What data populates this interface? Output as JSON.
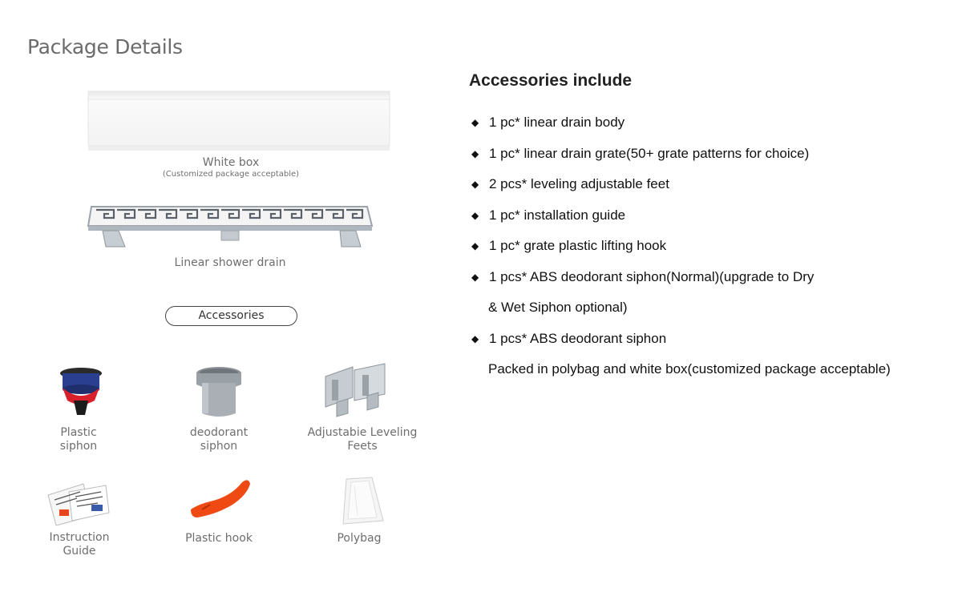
{
  "page": {
    "title": "Package Details"
  },
  "left": {
    "white_box": {
      "label": "White box",
      "sub": "(Customized package acceptable)"
    },
    "drain": {
      "label": "Linear shower drain"
    },
    "accessories_badge": "Accessories",
    "items": [
      {
        "line1": "Plastic",
        "line2": "siphon",
        "icon": "plastic-siphon-icon"
      },
      {
        "line1": "deodorant",
        "line2": "siphon",
        "icon": "deodorant-siphon-icon"
      },
      {
        "line1": "Adjustabie Leveling",
        "line2": "Feets",
        "icon": "leveling-feet-icon"
      },
      {
        "line1": "Instruction",
        "line2": "Guide",
        "icon": "instruction-guide-icon"
      },
      {
        "line1": "Plastic hook",
        "line2": "",
        "icon": "plastic-hook-icon"
      },
      {
        "line1": "Polybag",
        "line2": "",
        "icon": "polybag-icon"
      }
    ]
  },
  "right": {
    "heading": "Accessories include",
    "bullet": "◆",
    "items": [
      "1 pc* linear drain body",
      "1 pc* linear drain grate(50+ grate patterns for choice)",
      "2 pcs* leveling adjustable feet",
      "1 pc* installation guide",
      "1 pc* grate plastic lifting hook",
      "1 pcs* ABS deodorant siphon(Normal)(upgrade to Dry",
      "& Wet Siphon optional)",
      "1 pcs* ABS deodorant siphon",
      "Packed in polybag and white box(customized package acceptable)"
    ]
  },
  "colors": {
    "accent_red": "#e8451e",
    "hook_orange": "#f04a14",
    "siphon_blue": "#2a3f8f",
    "siphon_red": "#d8202a"
  }
}
